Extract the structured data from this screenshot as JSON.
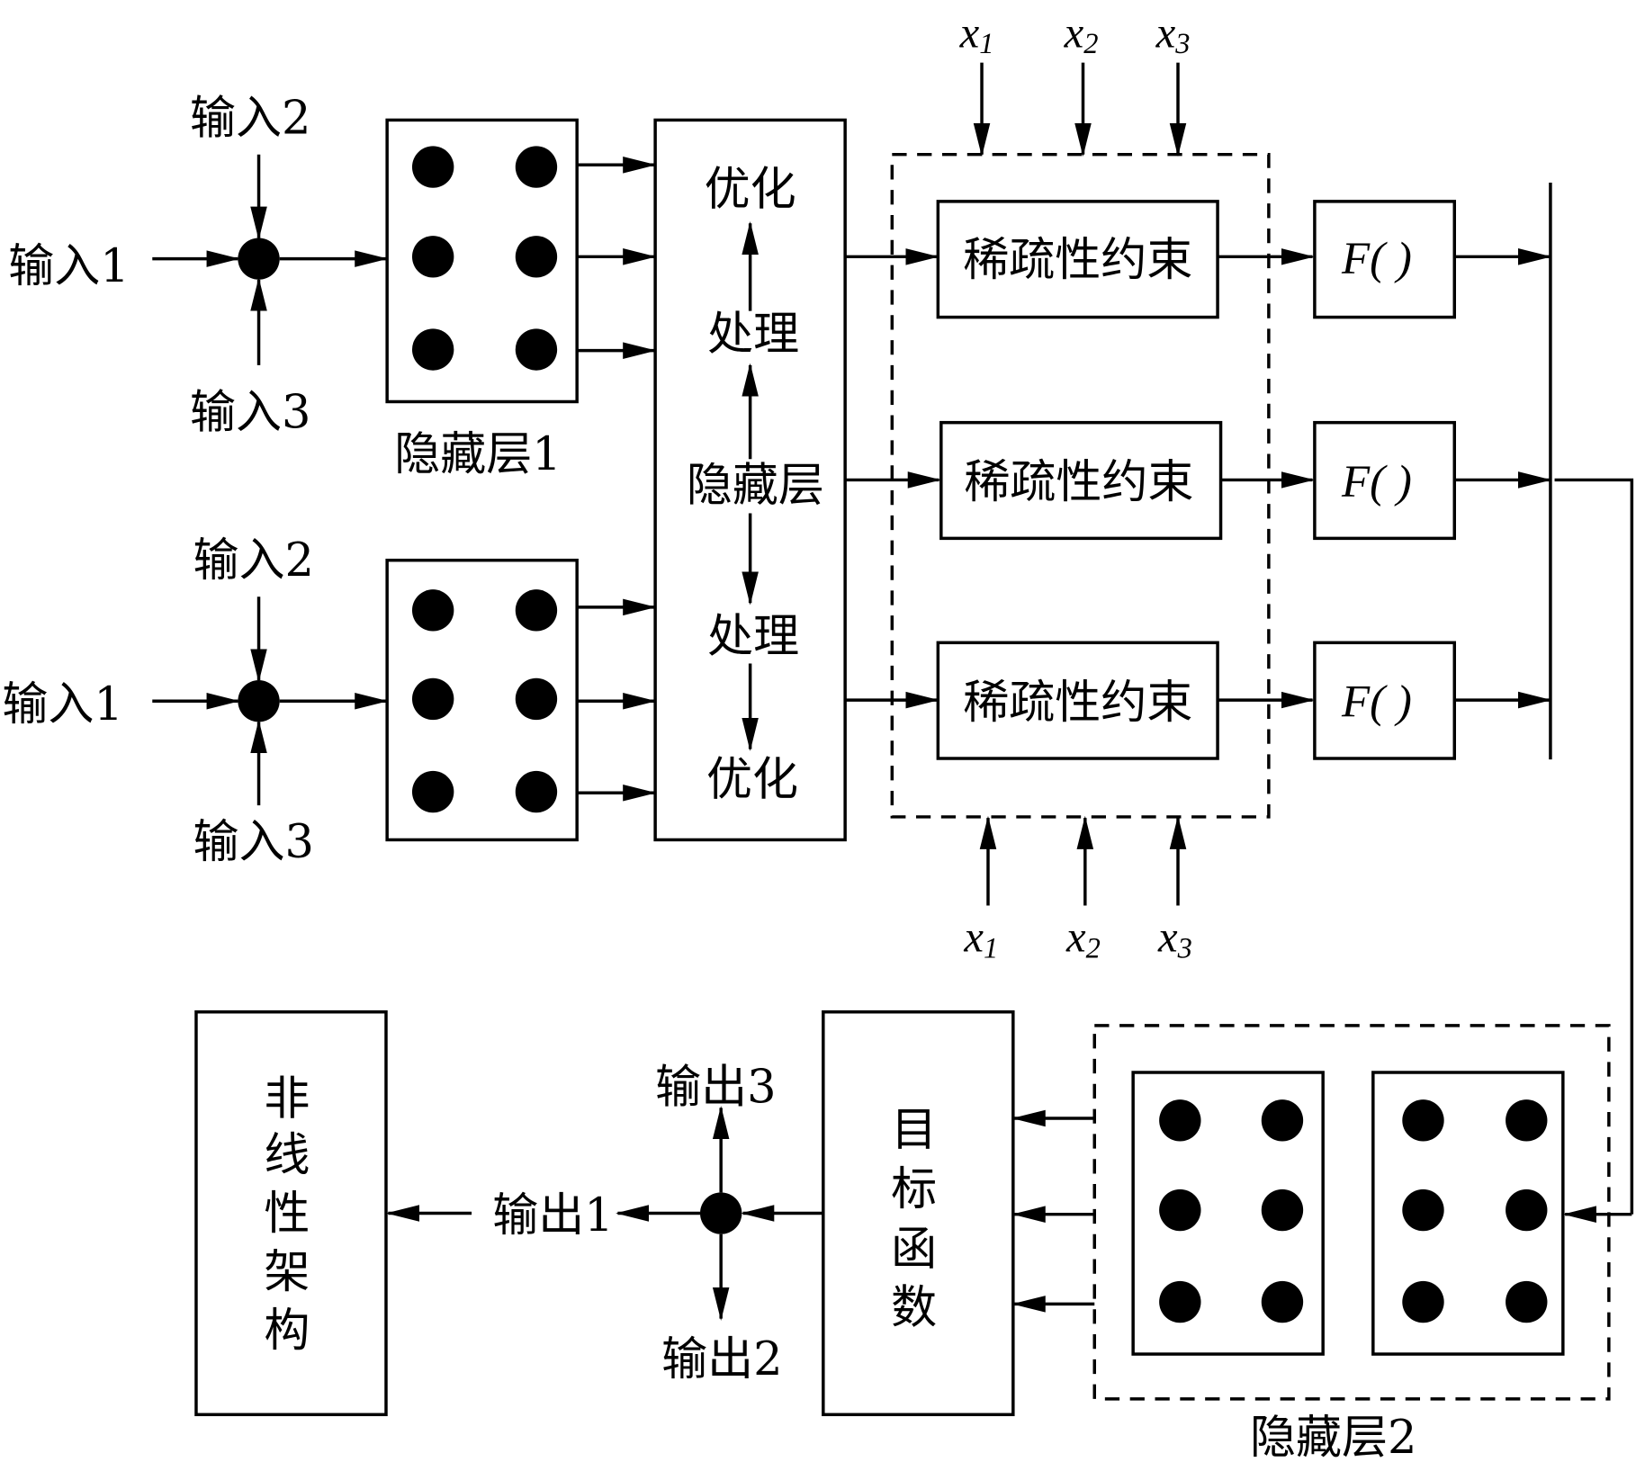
{
  "diagram": {
    "inputs_top": {
      "in1": "输入1",
      "in2": "输入2",
      "in3": "输入3"
    },
    "inputs_bottom": {
      "in1": "输入1",
      "in2": "输入2",
      "in3": "输入3"
    },
    "hidden_layer_1": "隐藏层1",
    "hidden_layer_2": "隐藏层2",
    "processing_block": {
      "top_optimize": "优化",
      "top_process": "处理",
      "center": "隐藏层",
      "bottom_process": "处理",
      "bottom_optimize": "优化"
    },
    "sparse_constraint": [
      "稀疏性约束",
      "稀疏性约束",
      "稀疏性约束"
    ],
    "function_boxes": [
      "F(  )",
      "F(  )",
      "F(  )"
    ],
    "x_top": [
      {
        "base": "x",
        "sub": "1"
      },
      {
        "base": "x",
        "sub": "2"
      },
      {
        "base": "x",
        "sub": "3"
      }
    ],
    "x_bottom": [
      {
        "base": "x",
        "sub": "1"
      },
      {
        "base": "x",
        "sub": "2"
      },
      {
        "base": "x",
        "sub": "3"
      }
    ],
    "objective_function": [
      "目",
      "标",
      "函",
      "数"
    ],
    "nonlinear_arch": [
      "非",
      "线",
      "性",
      "架",
      "构"
    ],
    "outputs": {
      "out1": "输出1",
      "out2": "输出2",
      "out3": "输出3"
    }
  }
}
